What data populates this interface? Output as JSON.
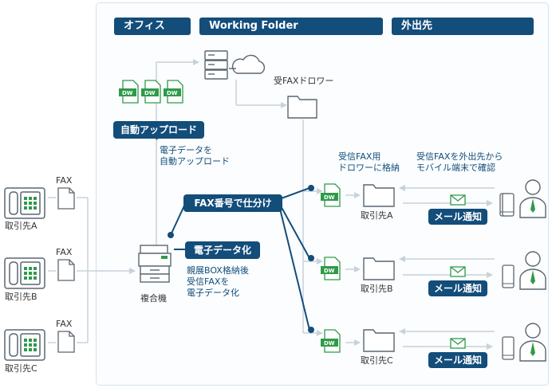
{
  "headers": {
    "office": "オフィス",
    "working_folder": "Working Folder",
    "external": "外出先"
  },
  "dw_label": "DW",
  "fax_label": "FAX",
  "clients": [
    "取引先A",
    "取引先B",
    "取引先C"
  ],
  "auto_upload": {
    "pill": "自動アップロード",
    "caption": "電子データを\n自動アップロード"
  },
  "fax_sort": "FAX番号で仕分け",
  "digitize": {
    "pill": "電子データ化",
    "caption": "親展BOX格納後\n受信FAXを\n電子データ化"
  },
  "mfp_label": "複合機",
  "drawer_label": "受FAXドロワー",
  "fax_drawer_caption": "受信FAX用\nドロワーに格納",
  "mobile_caption": "受信FAXを外出先から\nモバイル端末で確認",
  "folders": [
    "取引先A",
    "取引先B",
    "取引先C"
  ],
  "mail_notify": "メール通知",
  "colors": {
    "navy": "#134d7a",
    "green": "#2f9a4a",
    "line": "#c8d2da",
    "icon": "#5a6670"
  }
}
